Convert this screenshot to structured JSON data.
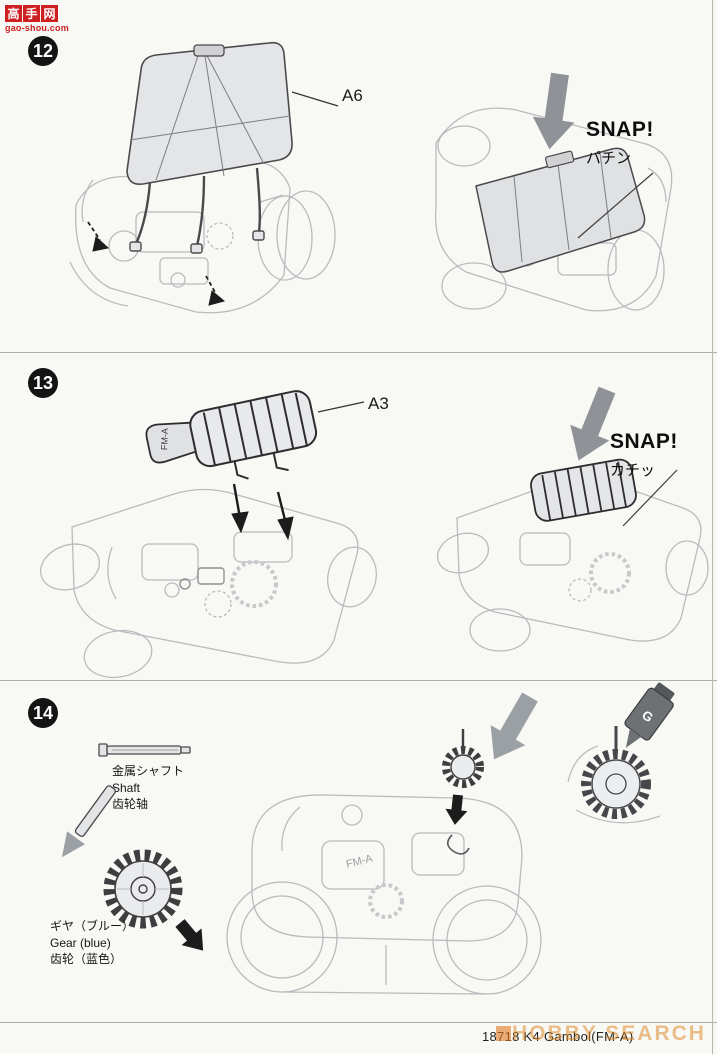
{
  "page": {
    "footer_text": "18718 K4 Gambol(FM-A)",
    "bottom_watermark": "HOBBY SEARCH"
  },
  "top_watermark": {
    "chars": [
      "高",
      "手",
      "网"
    ],
    "url": "gao-shou.com"
  },
  "steps": {
    "s12": {
      "number": "12",
      "part_label": "A6",
      "snap": "SNAP!",
      "snap_sub": "パチン"
    },
    "s13": {
      "number": "13",
      "part_label": "A3",
      "part_logo": "FM-A",
      "snap": "SNAP!",
      "snap_sub": "カチッ"
    },
    "s14": {
      "number": "14",
      "shaft_labels": [
        "金属シャフト",
        "Shaft",
        "齿轮轴"
      ],
      "gear_labels": [
        "ギヤ（ブルー）",
        "Gear (blue)",
        "齿轮（蓝色）"
      ],
      "body_logo": "FM-A",
      "grease_label": "G"
    }
  },
  "colors": {
    "accent_red": "#ce2020",
    "watermark_orange": "#df8a2b",
    "line_light": "#b9bbbe",
    "line_dark": "#4a4a4c",
    "arrow_gray": "#8f9398"
  }
}
